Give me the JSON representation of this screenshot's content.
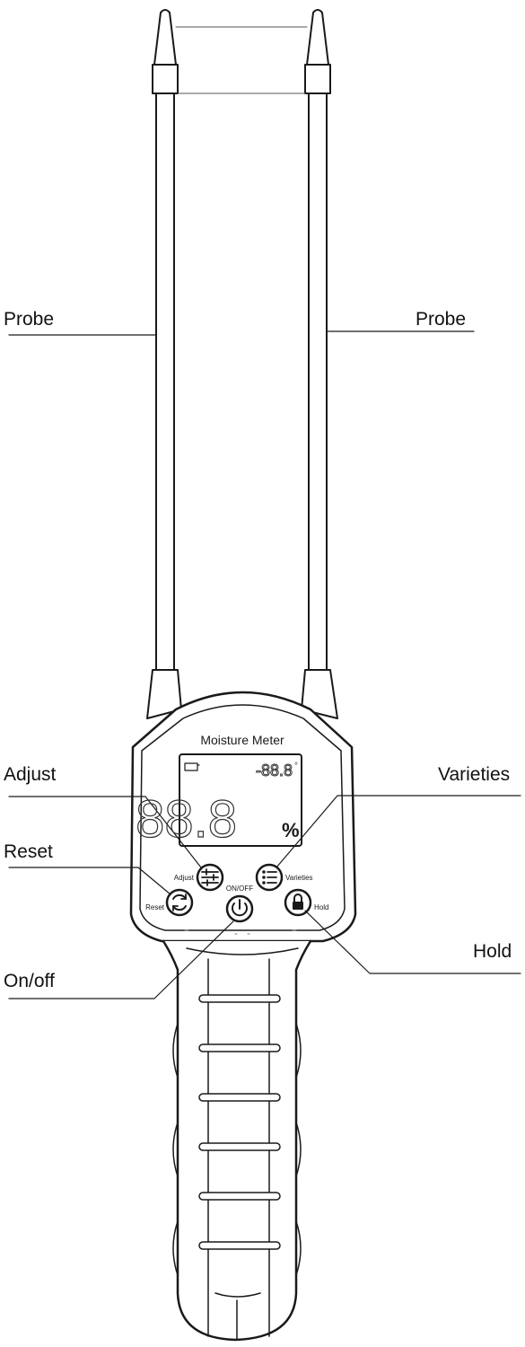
{
  "device": {
    "title": "Moisture Meter",
    "lcd_main": "88.8",
    "lcd_unit": "%",
    "lcd_temp": "-88.8",
    "lcd_temp_unit": "°"
  },
  "buttons": {
    "adjust": "Adjust",
    "varieties": "Varieties",
    "reset": "Reset",
    "on_off": "ON/OFF",
    "hold": "Hold"
  },
  "callouts": {
    "probe_left": "Probe",
    "probe_right": "Probe",
    "adjust": "Adjust",
    "varieties": "Varieties",
    "reset": "Reset",
    "on_off": "On/off",
    "hold": "Hold"
  },
  "colors": {
    "line": "#1a1a1a",
    "lcd_line": "#333333",
    "background": "#ffffff"
  }
}
